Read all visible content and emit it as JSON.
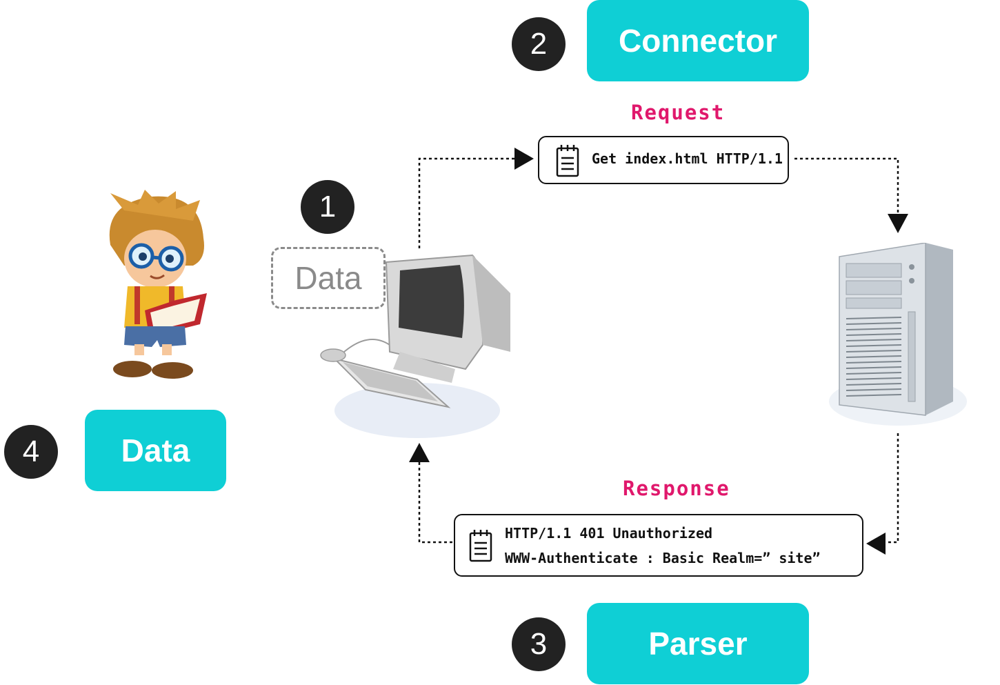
{
  "steps": {
    "step1": {
      "number": "1"
    },
    "step2": {
      "number": "2",
      "label": "Connector"
    },
    "step3": {
      "number": "3",
      "label": "Parser"
    },
    "step4": {
      "number": "4",
      "label": "Data"
    }
  },
  "data_tag": "Data",
  "request": {
    "title": "Request",
    "line": "Get index.html HTTP/1.1"
  },
  "response": {
    "title": "Response",
    "line1": "HTTP/1.1 401 Unauthorized",
    "line2": "WWW-Authenticate : Basic Realm=” site”"
  },
  "colors": {
    "accent": "#0fcfd5",
    "highlight": "#e0186c",
    "badge": "#222222"
  },
  "icons": [
    "boy-reader-icon",
    "desktop-computer-icon",
    "server-tower-icon",
    "document-icon"
  ]
}
